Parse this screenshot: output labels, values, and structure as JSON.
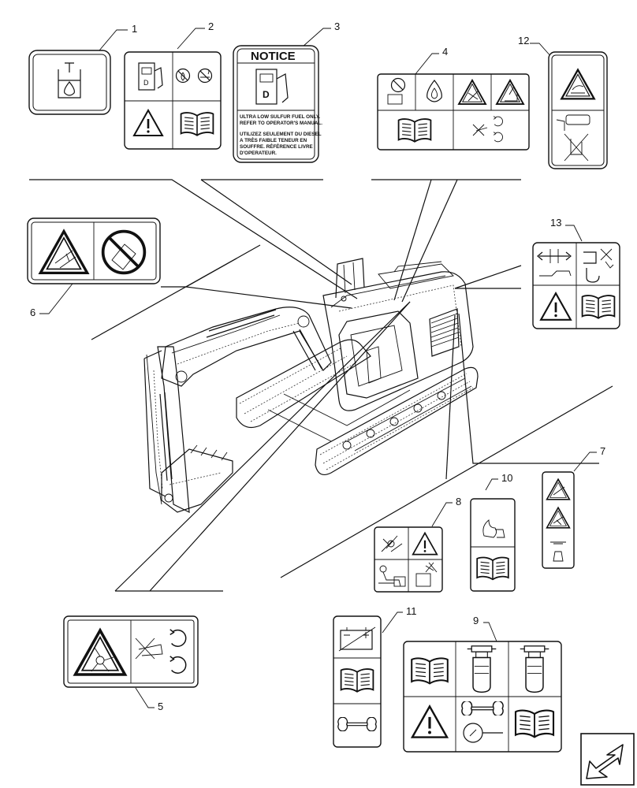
{
  "diagram": {
    "callouts": [
      "1",
      "2",
      "3",
      "4",
      "5",
      "6",
      "7",
      "8",
      "9",
      "10",
      "11",
      "12",
      "13"
    ],
    "notice_decal": {
      "title": "NOTICE",
      "en_line1": "ULTRA LOW SULFUR FUEL ONLY.",
      "en_line2": "REFER TO OPERATOR'S MANUAL.",
      "fr_line1": "UTILIZEZ SEULEMENT DU DIESEL",
      "fr_line2": "A TRÈS FAIBLE TENEUR EN",
      "fr_line3": "SOUFFRE. RÉFÉRENCE LIVRE",
      "fr_line4": "D'OPERATEUR."
    },
    "icons": {
      "decal_1": [
        "fuel-drop-icon"
      ],
      "decal_2": [
        "fuel-pump-icon",
        "no-flame-icon",
        "no-smoking-icon",
        "warning-triangle-icon",
        "manual-book-icon"
      ],
      "decal_4": [
        "no-engine-icon",
        "oil-drop-icon",
        "fan-warning-icon",
        "seat-warning-icon",
        "manual-book-icon",
        "rotation-no-touch-icon"
      ],
      "decal_5": [
        "fan-warning-icon",
        "no-hands-rotation-icon"
      ],
      "decal_6": [
        "crush-warning-icon",
        "no-entry-icon"
      ],
      "decal_7": [
        "burn-warning-icon",
        "hand-crush-icon"
      ],
      "decal_8": [
        "spray-warning-icon",
        "warning-triangle-icon",
        "seated-operator-icon",
        "cut-hose-icon"
      ],
      "decal_9": [
        "manual-book-icon",
        "fuel-filter-icon",
        "fuel-filter-icon",
        "warning-triangle-icon",
        "wrench-icon",
        "manual-book-icon"
      ],
      "decal_10": [
        "flame-icon",
        "manual-book-icon"
      ],
      "decal_11": [
        "battery-icon",
        "manual-book-icon",
        "wrench-icon"
      ],
      "decal_12": [
        "hot-surface-warning-icon",
        "no-hands-icon"
      ],
      "decal_13": [
        "arrows-icon",
        "lifting-hook-icon",
        "warning-triangle-icon",
        "manual-book-icon"
      ]
    }
  }
}
